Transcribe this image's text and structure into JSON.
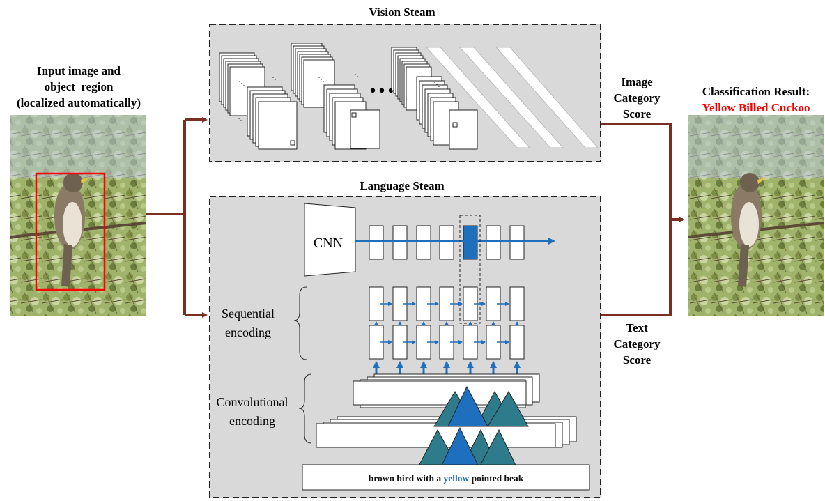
{
  "input": {
    "title_lines": [
      "Input image and",
      "object  region",
      "(localized automatically)"
    ],
    "image": "bird-photo"
  },
  "vision": {
    "title": "Vision Steam",
    "ellipsis": "•••"
  },
  "language": {
    "title": "Language Steam",
    "cnn_label": "CNN",
    "sequential_lines": [
      "Sequential",
      "encoding"
    ],
    "convolutional_lines": [
      "Convolutional",
      "encoding"
    ],
    "sentence_parts": [
      "brown bird with a ",
      "yellow",
      " pointed beak"
    ]
  },
  "scores": {
    "image_lines": [
      "Image",
      "Category",
      "Score"
    ],
    "text_lines": [
      "Text",
      "Category",
      "Score"
    ]
  },
  "result": {
    "title": "Classification Result:",
    "class_name": "Yellow Billed Cuckoo",
    "image": "bird-photo"
  },
  "colors": {
    "arrow": "#7a2f25",
    "blue": "#1f6fbf",
    "teal": "#2e7b8c",
    "panel": "#d9d9d9",
    "highlight_red": "#ff0000"
  }
}
